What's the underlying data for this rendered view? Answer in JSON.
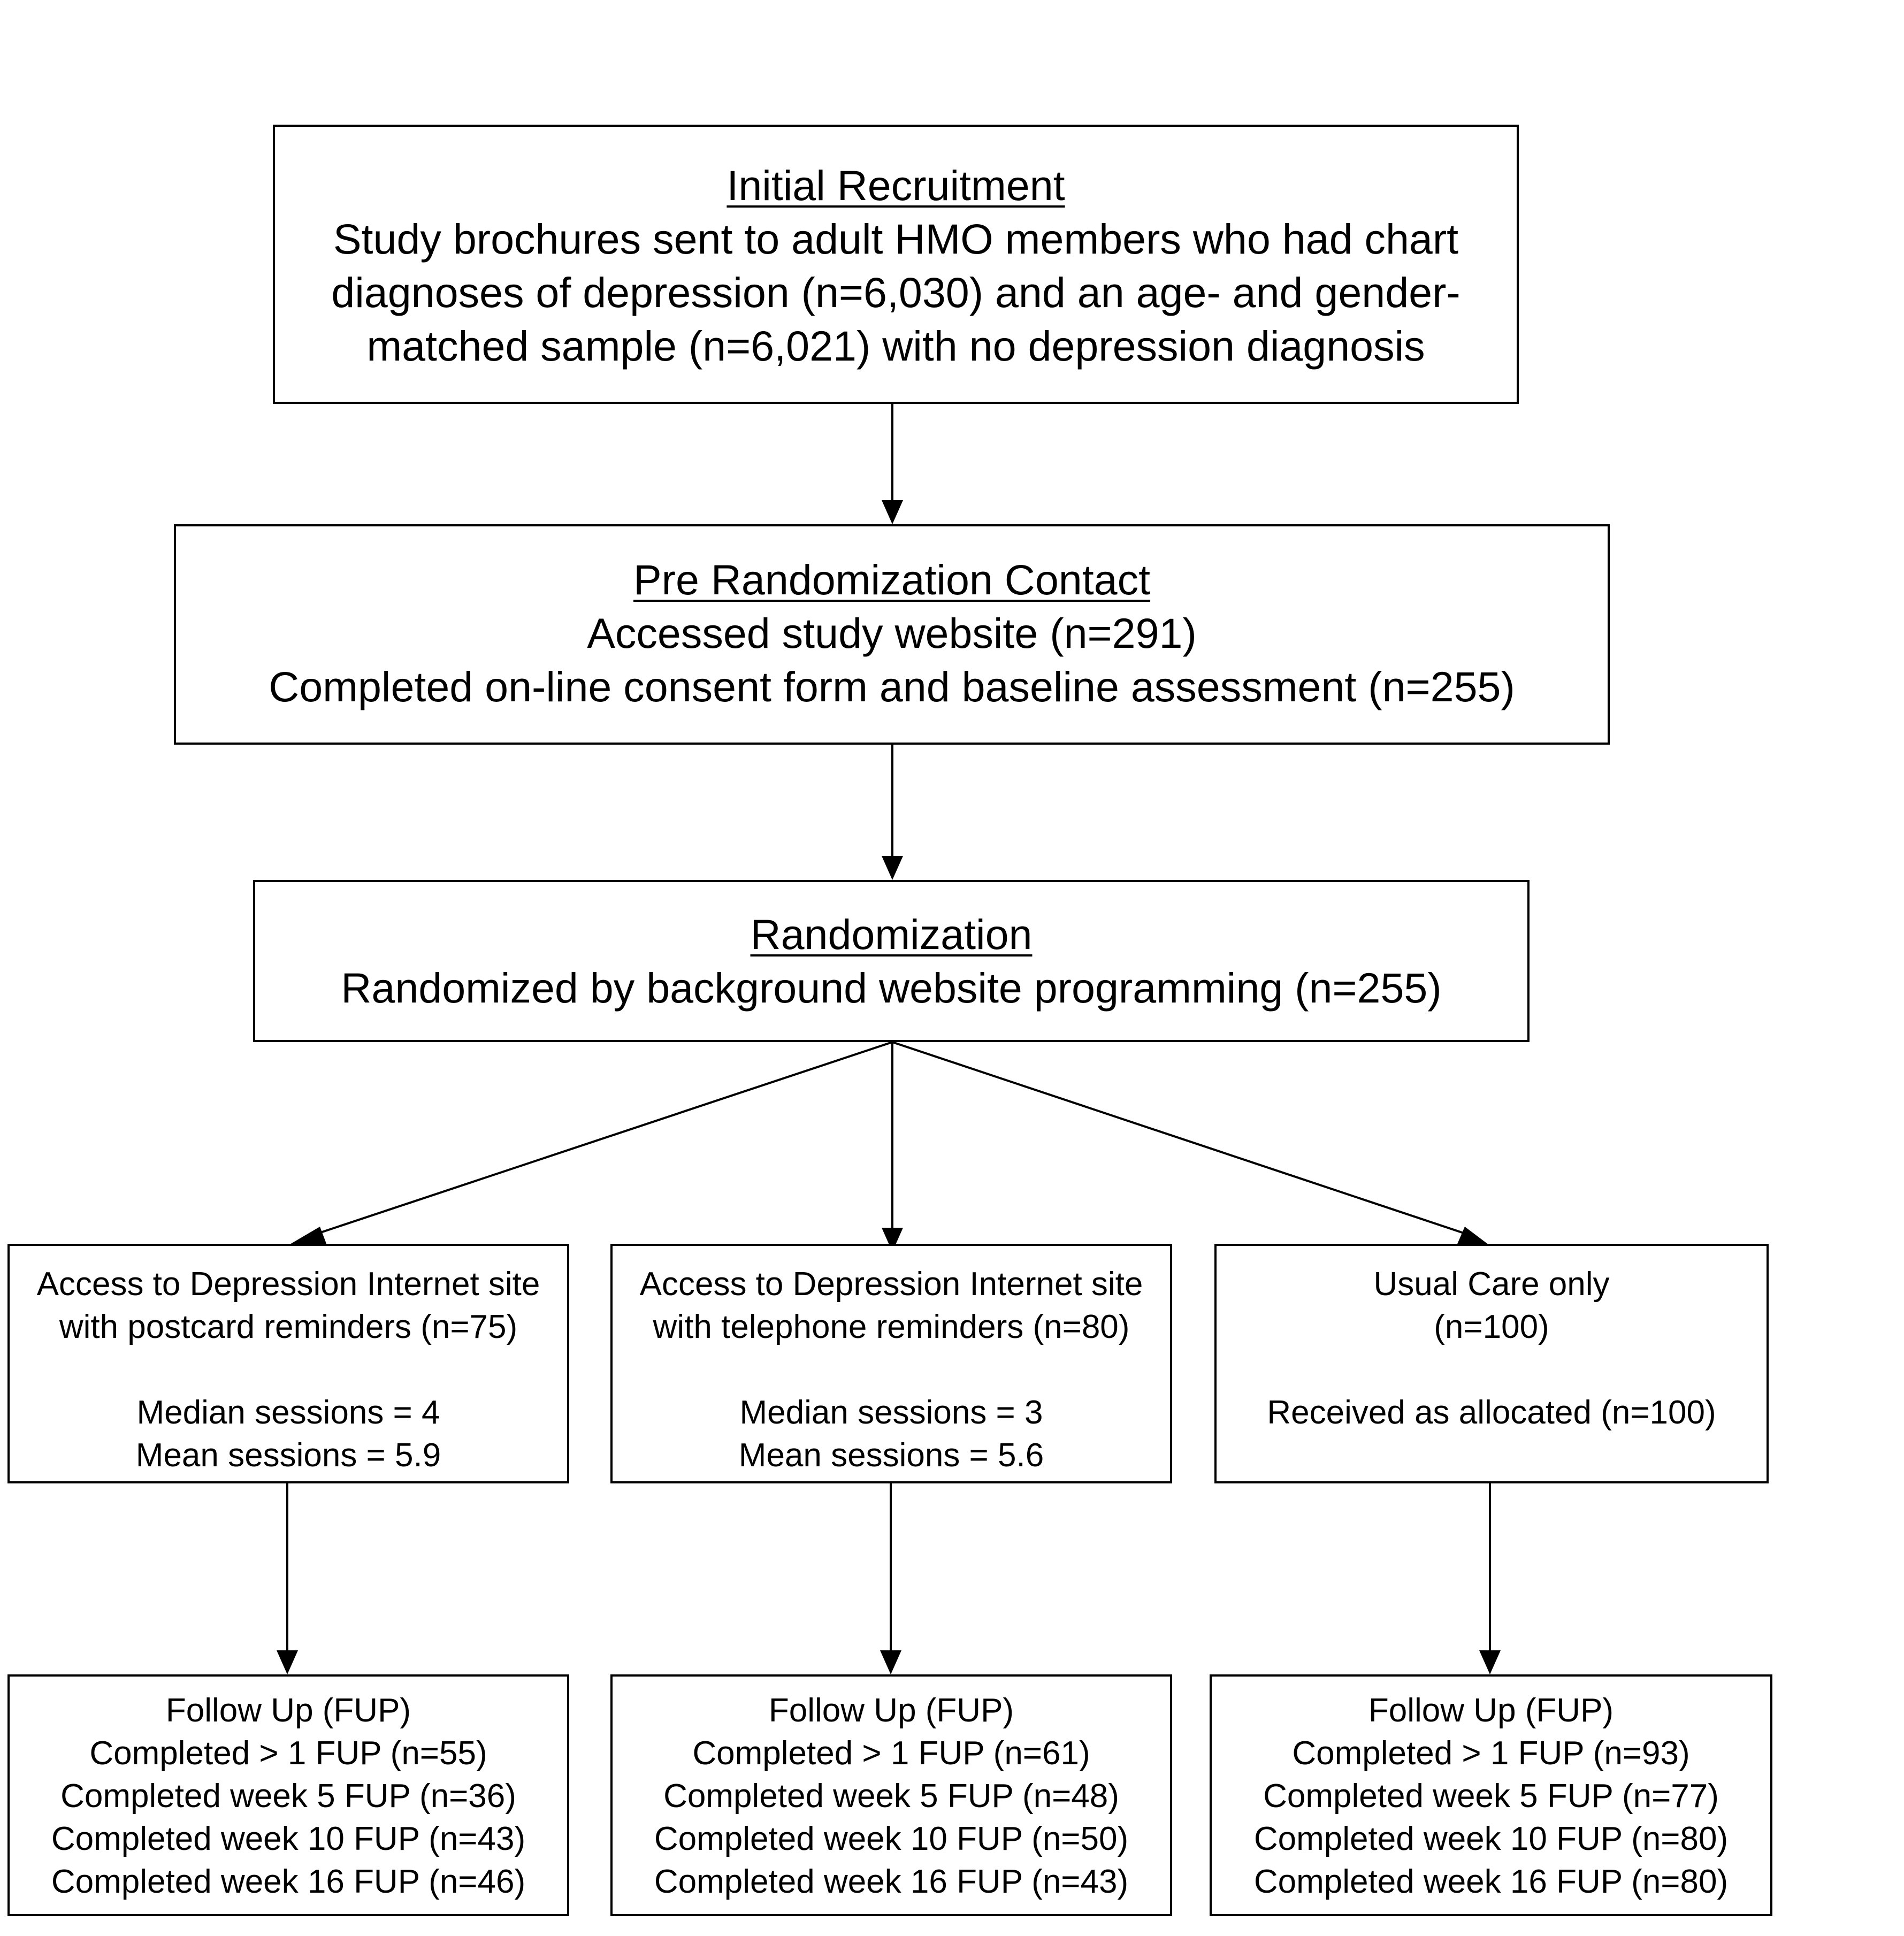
{
  "initial_recruitment": {
    "heading": "Initial Recruitment",
    "lines": [
      "Study brochures sent to adult HMO members who had chart",
      "diagnoses of depression (n=6,030) and an age- and gender-",
      "matched sample (n=6,021) with no depression diagnosis"
    ]
  },
  "pre_randomization": {
    "heading": "Pre Randomization Contact",
    "lines": [
      "Accessed study website (n=291)",
      "Completed on-line consent form and baseline assessment (n=255)"
    ]
  },
  "randomization": {
    "heading": "Randomization",
    "lines": [
      "Randomized by background website programming (n=255)"
    ]
  },
  "arms": [
    {
      "lines": [
        "Access to Depression Internet site",
        "with postcard  reminders (n=75)"
      ],
      "details": [
        "Median sessions = 4",
        "Mean sessions = 5.9"
      ]
    },
    {
      "lines": [
        "Access to Depression Internet site",
        "with telephone  reminders (n=80)"
      ],
      "details": [
        "Median sessions = 3",
        "Mean sessions = 5.6"
      ]
    },
    {
      "lines": [
        "Usual Care only",
        "(n=100)"
      ],
      "details": [
        "Received as allocated (n=100)"
      ]
    }
  ],
  "followups": [
    {
      "title": "Follow Up (FUP)",
      "lines": [
        "Completed > 1 FUP (n=55)",
        "Completed week 5 FUP (n=36)",
        "Completed week 10 FUP (n=43)",
        "Completed week 16 FUP (n=46)"
      ]
    },
    {
      "title": "Follow Up (FUP)",
      "lines": [
        "Completed > 1 FUP (n=61)",
        "Completed week 5 FUP (n=48)",
        "Completed week 10 FUP (n=50)",
        "Completed week 16 FUP (n=43)"
      ]
    },
    {
      "title": "Follow Up (FUP)",
      "lines": [
        "Completed > 1 FUP (n=93)",
        "Completed week 5 FUP (n=77)",
        "Completed week 10 FUP (n=80)",
        "Completed week 16 FUP (n=80)"
      ]
    }
  ]
}
